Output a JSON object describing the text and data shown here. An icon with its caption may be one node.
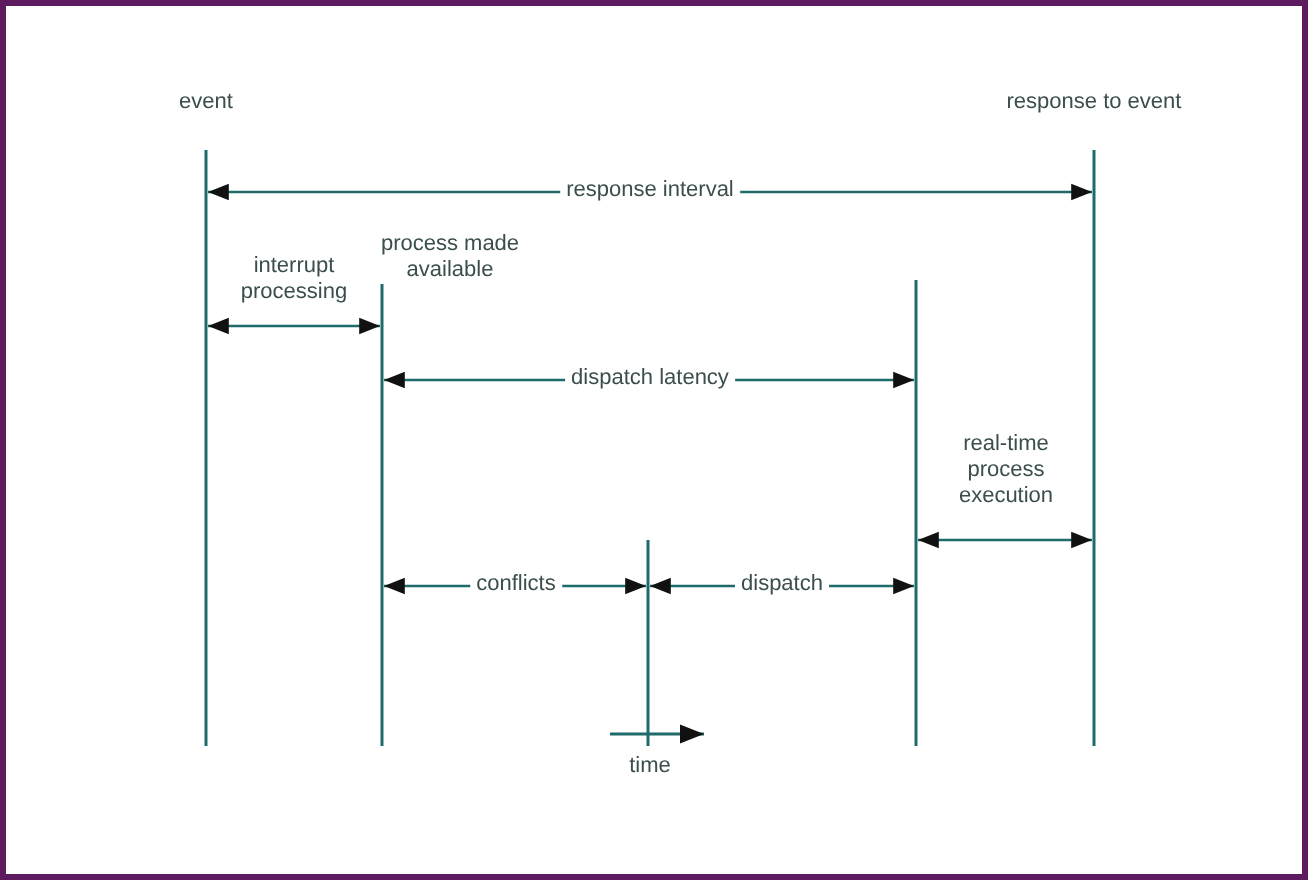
{
  "diagram": {
    "labels": [
      "event",
      "response to event",
      "response interval",
      "interrupt processing",
      "process made available",
      "dispatch latency",
      "real-time process execution",
      "conflicts",
      "dispatch",
      "time"
    ]
  }
}
